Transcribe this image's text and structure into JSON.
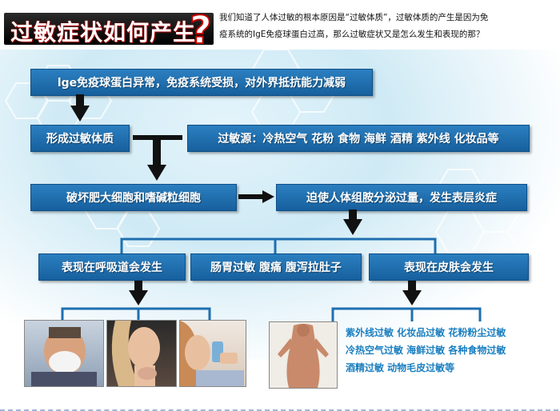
{
  "title": "过敏症状如何产生",
  "title_mark": "?",
  "intro_lines": [
    "我们知道了人体过敏的根本原因是“过敏体质”，过敏体质的产生是因为免",
    "疫系统的IgE免疫球蛋白过高，那么过敏症状又是怎么发生和表现的那？"
  ],
  "nodes": {
    "n1": "lge免疫球蛋白异常，免疫系统受损，对外界抵抗能力减弱",
    "n2": "形成过敏体质",
    "n3": "过敏源：冷热空气 花粉 食物 海鲜 酒精 紫外线 化妆品等",
    "n4": "破坏肥大细胞和嗜碱粒细胞",
    "n5": "迫使人体组胺分泌过量，发生表层炎症",
    "n6": "表现在呼吸道会发生",
    "n7": "肠胃过敏 腹痛 腹泻拉肚子",
    "n8": "表现在皮肤会发生"
  },
  "skin_symptoms": [
    "紫外线过敏 化妆品过敏 花粉粉尘过敏",
    "冷热空气过敏 海鲜过敏 各种食物过敏",
    "酒精过敏 动物毛皮过敏等"
  ],
  "photos": {
    "p1": "sneezing-man",
    "p2": "sore-throat-woman",
    "p3": "inhaler-woman",
    "p4": "itchy-skin-back"
  },
  "colors": {
    "node_blue": "#1f6fb0",
    "title_bg": "#000000",
    "list_text": "#1a7fc0",
    "connector": "#1f6fb0"
  }
}
